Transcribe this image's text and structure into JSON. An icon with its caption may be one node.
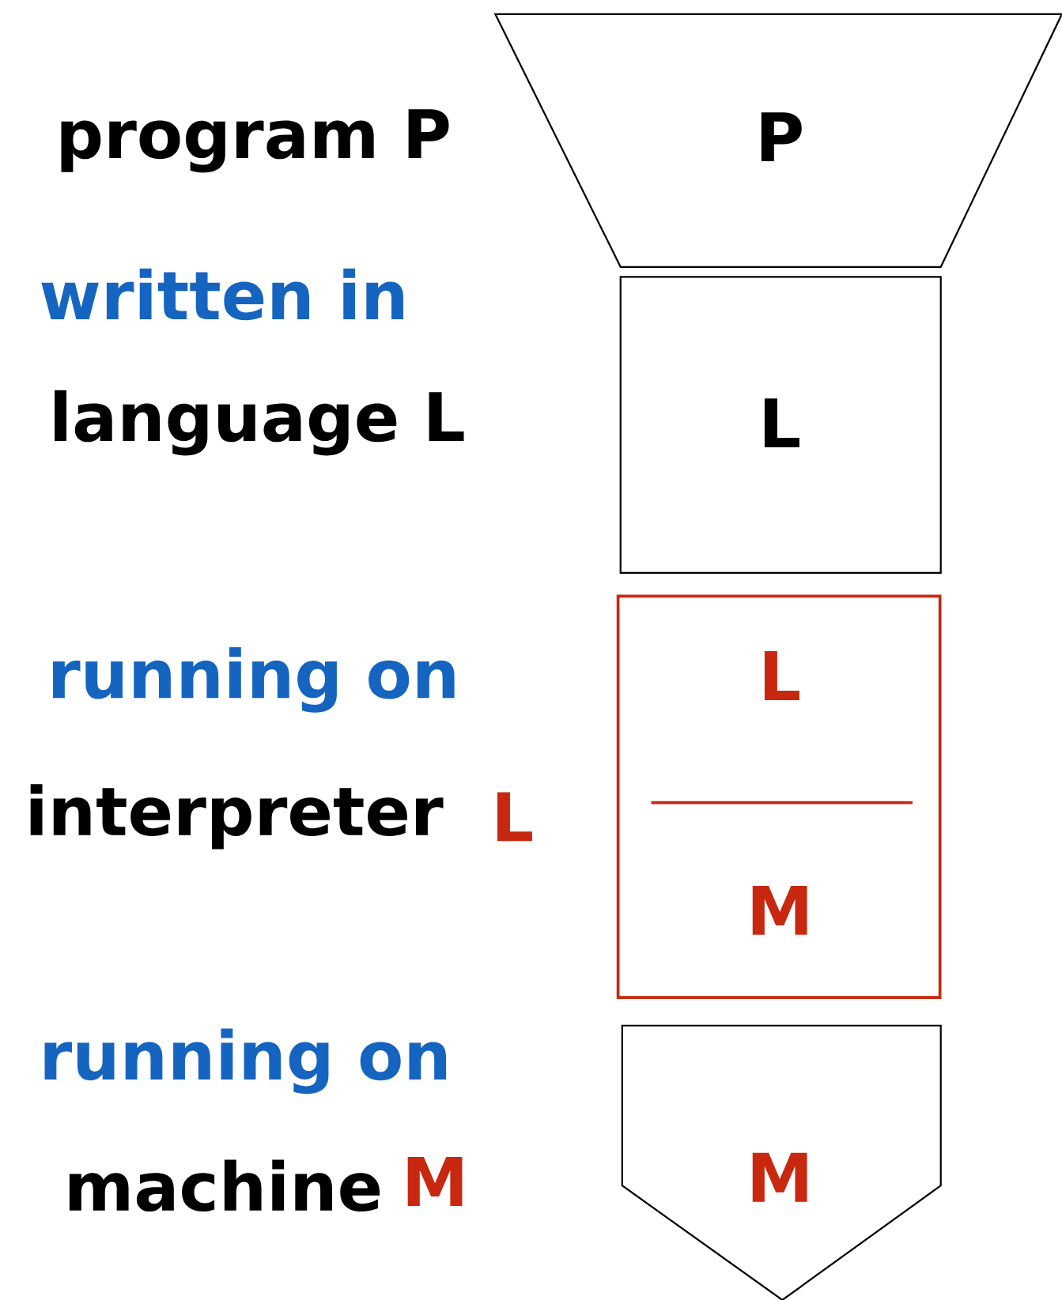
{
  "diagram": {
    "nodes": [
      {
        "text": [
          "P"
        ]
      },
      {
        "text": [
          "L"
        ]
      },
      {
        "text": [
          "L",
          "M"
        ]
      },
      {
        "text": [
          "M"
        ]
      }
    ],
    "labels": [
      "program P",
      "written in",
      "language L",
      "running on",
      "interpreter",
      "L",
      "running on",
      "machine",
      "M"
    ]
  }
}
